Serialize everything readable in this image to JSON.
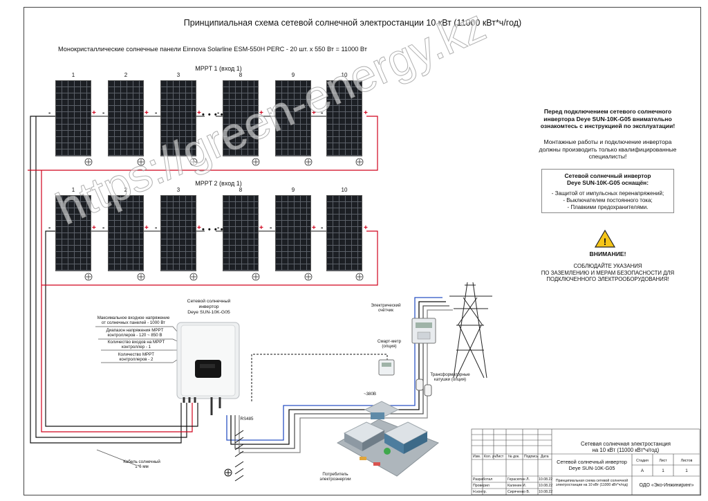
{
  "title": "Принципиальная схема сетевой солнечной электростанции 10 кВт (11000 кВт*ч/год)",
  "subtitle": "Монокристаллические  солнечные панели Einnova Solarline ESM-550H PERC - 20 шт. х 550 Вт = 11000 Вт",
  "mppt1_label": "MPPT 1 (вход 1)",
  "mppt2_label": "MPPT 2 (вход 1)",
  "panel_numbers": [
    "1",
    "2",
    "3",
    "8",
    "9",
    "10"
  ],
  "dots": "• • • •",
  "warning_instructions": {
    "line1": "Перед подключением сетевого солнечного",
    "line2": "инвертора Deye SUN-10K-G05 внимательно",
    "line3": "ознакомтесь с инструкцией по эксплуатации!",
    "line4": "Монтажные работы и подключение инвертора",
    "line5": "должны производить только квалифицированные",
    "line6": "специалисты!"
  },
  "inverter_box": {
    "title1": "Сетевой солнечный инвертор",
    "title2": "Deye SUN-10K-G05 оснащён:",
    "item1": "-  Защитой от импульсных перенапряжений;",
    "item2": "-  Выключателем постоянного тока;",
    "item3": "-  Плавкими предохранителями."
  },
  "attention": {
    "heading": "ВНИМАНИЕ!",
    "line1": "СОБЛЮДАЙТЕ УКАЗАНИЯ",
    "line2": "ПО ЗАЗЕМЛЕНИЮ И МЕРАМ БЕЗОПАСНОСТИ ДЛЯ",
    "line3": "ПОДКЛЮЧЕННОГО ЭЛЕКТРООБОРУДОВАНИЯ!"
  },
  "inverter_label": {
    "line1": "Сетевой солнечный",
    "line2": "инвертор",
    "line3": "Deye SUN-10K-G05"
  },
  "specs": {
    "s1a": "Максимальное входное напряжение",
    "s1b": "от солнечных панелей - 1000 Вт",
    "s2a": "Диапазон напряжения MPPT",
    "s2b": "контроллеров - 120 ~ 850 В",
    "s3a": "Количество входов на  MPPT",
    "s3b": "контроллер - 1",
    "s4a": "Количество MPPT",
    "s4b": "контроллеров - 2"
  },
  "meter": {
    "line1": "Электрический",
    "line2": "счётчик"
  },
  "smart_meter": {
    "line1": "Смарт-метр",
    "line2": "(опция)"
  },
  "transformer": {
    "line1": "Трансформаторные",
    "line2": "катушки (опция)"
  },
  "voltage_label": "~380В",
  "rs485_label": "RS485",
  "cable_label": {
    "line1": "Кабель солнечный",
    "line2": "1*6 мм"
  },
  "consumer_label": {
    "line1": "Потребитель",
    "line2": "электроэнергии"
  },
  "watermark": "https://green-energy.kz",
  "title_block": {
    "project1": "Сетевая солнечная электростанция",
    "project2": "на 10 кВт (11000 кВт*ч/год)",
    "doc1": "Сетевой солнечный инвертор",
    "doc2": "Deye SUN-10K-G05",
    "h_stage": "Стадия",
    "h_sheet": "Лист",
    "h_sheets": "Листов",
    "v_stage": "А",
    "v_sheet": "1",
    "v_sheets": "1",
    "sheet_desc1": "Принципиальная схема сетевой солнечной",
    "sheet_desc2": "электростанции на 10 кВт (11000 кВт*ч/год)",
    "company": "ОДО «Эко-Инжиниринг»",
    "col_izm": "Изм.",
    "col_kol": "Кол. уч.",
    "col_list": "Лист",
    "col_doc": "№ док.",
    "col_sign": "Подпись",
    "col_date": "Дата",
    "r1_role": "Разработал",
    "r1_name": "Герасютин Л.",
    "r1_date": "10.08.22",
    "r2_role": "Проверил",
    "r2_name": "Калинин И.",
    "r2_date": "10.08.22",
    "r3_role": "Н.контр.",
    "r3_name": "Сиряченко В.",
    "r3_date": "10.08.22"
  }
}
